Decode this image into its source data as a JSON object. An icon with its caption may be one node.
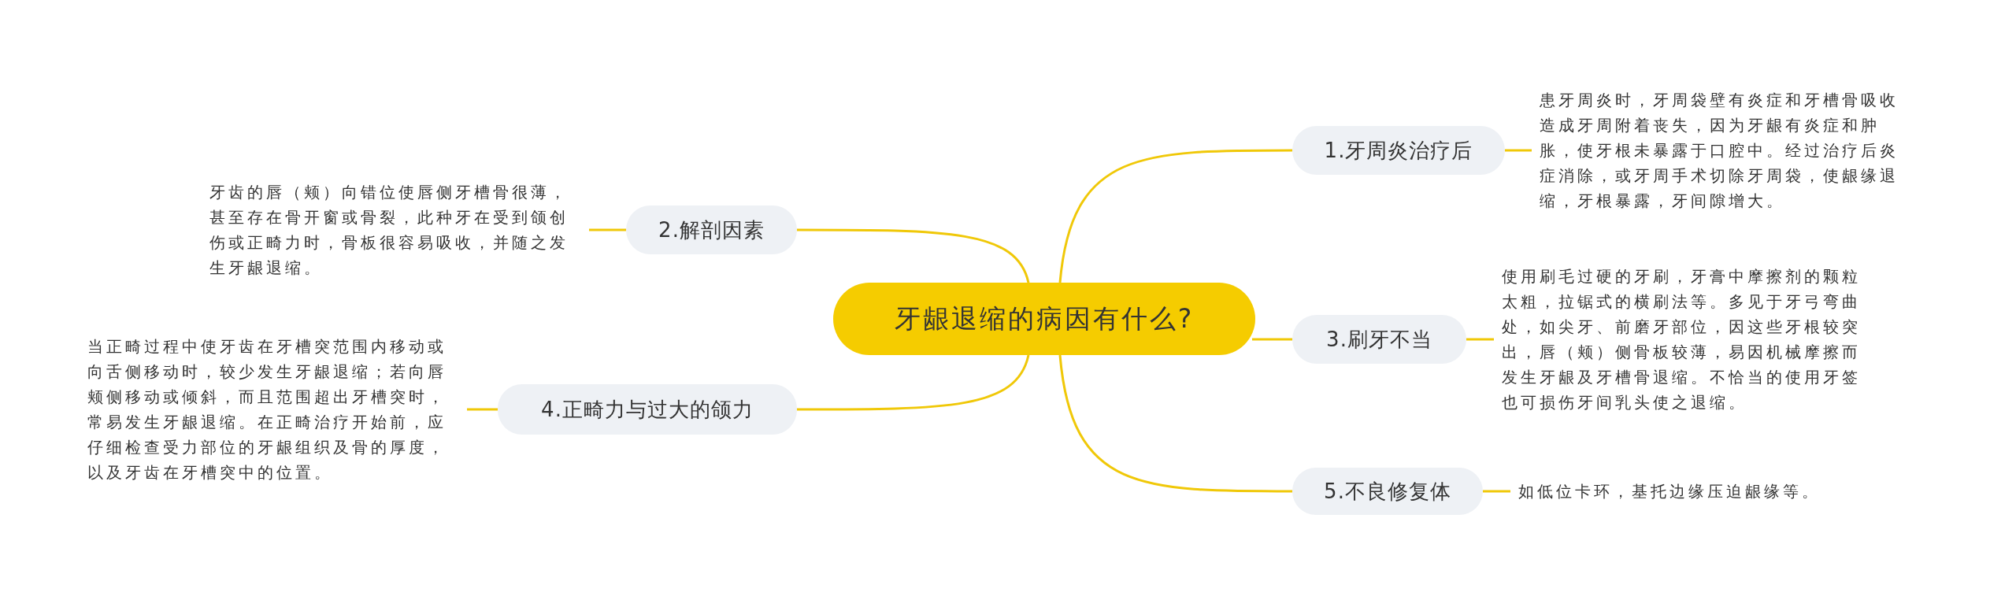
{
  "diagram": {
    "nodes": [
      {
        "text": [
          "牙龈退缩的病因有什么?"
        ]
      },
      {
        "text": [
          "1.牙周炎治疗后"
        ]
      },
      {
        "text": [
          "2.解剖因素"
        ]
      },
      {
        "text": [
          "3.刷牙不当"
        ]
      },
      {
        "text": [
          "4.正畸力与过大的颌力"
        ]
      },
      {
        "text": [
          "5.不良修复体"
        ]
      },
      {
        "text": [
          "患牙周炎时，牙周袋壁有炎症和牙槽骨吸收造成牙周附着丧失，因为牙龈有炎症和肿胀，使牙根未暴露于口腔中。经过治疗后炎症消除，或牙周手术切除牙周袋，使龈缘退缩，牙根暴露，牙间隙增大。"
        ]
      },
      {
        "text": [
          "牙齿的唇（颊）向错位使唇侧牙槽骨很薄，甚至存在骨开窗或骨裂，此种牙在受到颌创伤或正畸力时，骨板很容易吸收，并随之发生牙龈退缩。"
        ]
      },
      {
        "text": [
          "使用刷毛过硬的牙刷，牙膏中摩擦剂的颗粒太粗，拉锯式的横刷法等。多见于牙弓弯曲处，如尖牙、前磨牙部位，因这些牙根较突出，唇（颊）侧骨板较薄，易因机械摩擦而发生牙龈及牙槽骨退缩。不恰当的使用牙签也可损伤牙间乳头使之退缩。"
        ]
      },
      {
        "text": [
          "当正畸过程中使牙齿在牙槽突范围内移动或向舌侧移动时，较少发生牙龈退缩；若向唇颊侧移动或倾斜，而且范围超出牙槽突时，常易发生牙龈退缩。在正畸治疗开始前，应仔细检查受力部位的牙龈组织及骨的厚度，以及牙齿在牙槽突中的位置。"
        ]
      },
      {
        "text": [
          "如低位卡环，基托边缘压迫龈缘等。"
        ]
      }
    ],
    "edges": [
      {
        "from": 0,
        "to": 1,
        "arrow": "none"
      },
      {
        "from": 0,
        "to": 2,
        "arrow": "none"
      },
      {
        "from": 0,
        "to": 3,
        "arrow": "none"
      },
      {
        "from": 0,
        "to": 4,
        "arrow": "none"
      },
      {
        "from": 0,
        "to": 5,
        "arrow": "none"
      },
      {
        "from": 1,
        "to": 6,
        "arrow": "none"
      },
      {
        "from": 2,
        "to": 7,
        "arrow": "none"
      },
      {
        "from": 3,
        "to": 8,
        "arrow": "none"
      },
      {
        "from": 4,
        "to": 9,
        "arrow": "none"
      },
      {
        "from": 5,
        "to": 10,
        "arrow": "none"
      }
    ]
  }
}
